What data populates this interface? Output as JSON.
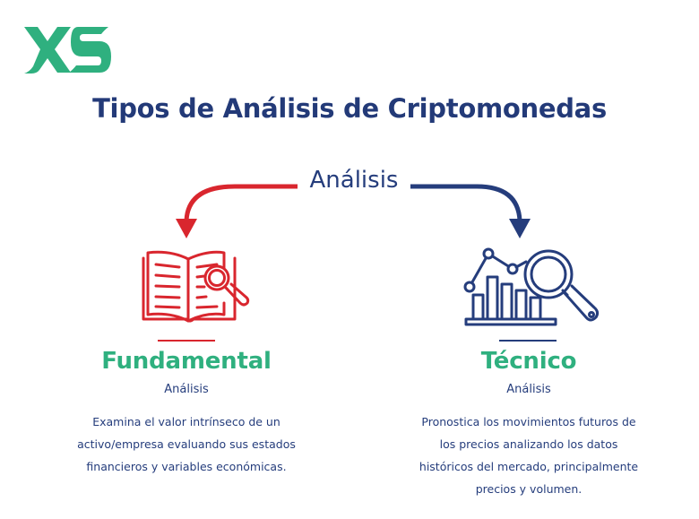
{
  "brand": {
    "logo_text": "XS",
    "logo_color": "#2fb07f"
  },
  "header": {
    "title": "Tipos de Análisis de Criptomonedas",
    "title_color": "#233a78"
  },
  "diagram": {
    "root": {
      "label": "Análisis"
    },
    "arrows": [
      {
        "direction": "left",
        "color": "#d9262e",
        "target": "fundamental"
      },
      {
        "direction": "right",
        "color": "#253d7c",
        "target": "tecnico"
      }
    ],
    "branches": [
      {
        "id": "fundamental",
        "icon": "book-magnifier-icon",
        "accent_color": "#d9262e",
        "title": "Fundamental",
        "subtitle": "Análisis",
        "description": "Examina el valor intrínseco de un activo/empresa evaluando sus estados financieros y variables económicas.",
        "description_lines": [
          "Examina el valor intrínseco de un",
          "activo/empresa evaluando sus estados",
          "financieros y variables económicas."
        ]
      },
      {
        "id": "tecnico",
        "icon": "chart-magnifier-icon",
        "accent_color": "#253d7c",
        "title": "Técnico",
        "subtitle": "Análisis",
        "description": "Pronostica los movimientos futuros de los precios analizando los datos históricos del mercado, principalmente precios y volumen.",
        "description_lines": [
          "Pronostica los movimientos futuros de",
          "los precios analizando los datos",
          "históricos del mercado, principalmente",
          "precios y volumen."
        ]
      }
    ]
  }
}
